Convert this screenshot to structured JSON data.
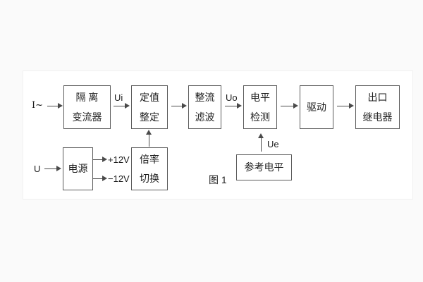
{
  "caption": "图 1",
  "inputs": {
    "current": "I~",
    "voltage": "U"
  },
  "signals": {
    "ui": "Ui",
    "uo": "Uo",
    "ue": "Ue",
    "plus12v": "+12V",
    "minus12v": "−12V"
  },
  "blocks": {
    "isolation": {
      "line1": "隔 离",
      "line2": "变流器"
    },
    "setting": {
      "line1": "定值",
      "line2": "整定"
    },
    "rectify_filter": {
      "line1": "整流",
      "line2": "滤波"
    },
    "level_detect": {
      "line1": "电平",
      "line2": "检测"
    },
    "drive": {
      "label": "驱动"
    },
    "output_relay": {
      "line1": "出口",
      "line2": "继电器"
    },
    "power": {
      "label": "电源"
    },
    "ratio_switch": {
      "line1": "倍率",
      "line2": "切换"
    },
    "reference_level": {
      "label": "参考电平"
    }
  },
  "colors": {
    "line": "#4a4a4a",
    "box_border": "#5a5a5a",
    "text": "#1d1d1d",
    "panel": "#ffffff",
    "canvas": "#fafafa"
  }
}
